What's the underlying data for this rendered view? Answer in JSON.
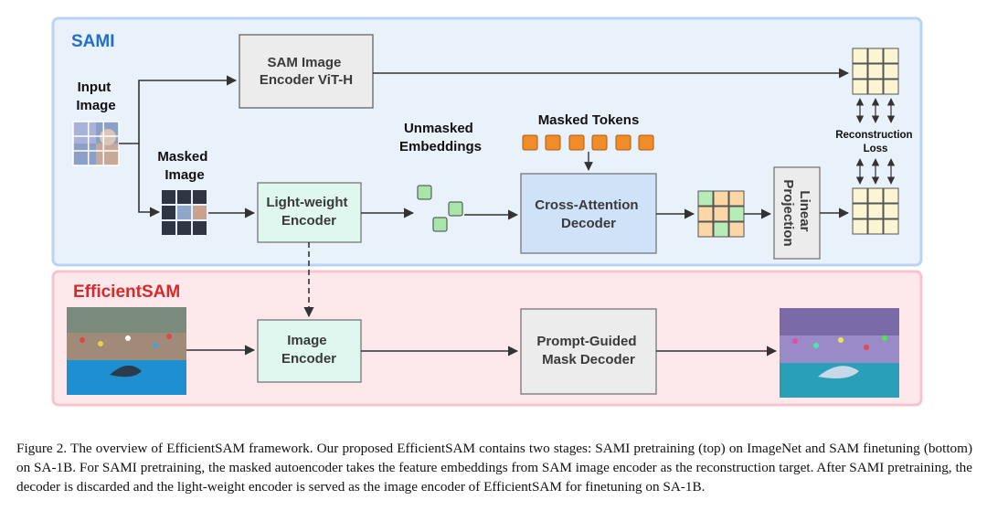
{
  "sections": {
    "sami_title": "SAMI",
    "efficientsam_title": "EfficientSAM"
  },
  "labels": {
    "input_image": [
      "Input",
      "Image"
    ],
    "masked_image": [
      "Masked",
      "Image"
    ],
    "unmasked_embeddings": [
      "Unmasked",
      "Embeddings"
    ],
    "masked_tokens": "Masked Tokens",
    "reconstruction_loss": [
      "Reconstruction",
      "Loss"
    ]
  },
  "boxes": {
    "sam_encoder": [
      "SAM Image",
      "Encoder ViT-H"
    ],
    "light_encoder": [
      "Light-weight",
      "Encoder"
    ],
    "cross_attention": [
      "Cross-Attention",
      "Decoder"
    ],
    "linear_projection": [
      "Linear",
      "Projection"
    ],
    "image_encoder": [
      "Image",
      "Encoder"
    ],
    "prompt_decoder": [
      "Prompt-Guided",
      "Mask Decoder"
    ]
  },
  "caption": "Figure 2. The overview of EfficientSAM framework. Our proposed EfficientSAM contains two stages: SAMI pretraining (top) on ImageNet and SAM finetuning (bottom) on SA-1B. For SAMI pretraining, the masked autoencoder takes the feature embeddings from SAM image encoder as the reconstruction target. After SAMI pretraining, the decoder is discarded and the light-weight encoder is served as the image encoder of EfficientSAM for finetuning on SA-1B.",
  "colors": {
    "sami_bg": "#e9f1fb",
    "sami_border": "#b9d3f3",
    "eff_bg": "#fde8ec",
    "eff_border": "#f6c4cc",
    "green_box": "#dff7ef",
    "blue_box": "#cfe2f8",
    "orange_token": "#f28c28",
    "grid_yellow": "#fbf5d4"
  }
}
